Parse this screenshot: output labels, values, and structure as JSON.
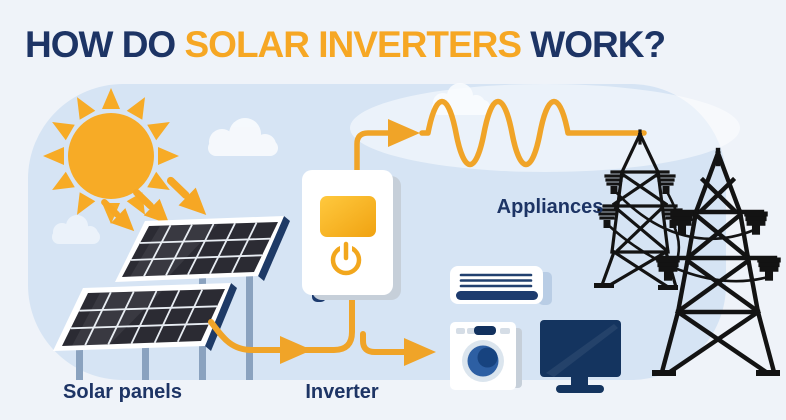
{
  "header": {
    "title_part1": "HOW DO ",
    "title_part2": "SOLAR INVERTERS",
    "title_part3": " WORK?"
  },
  "diagram": {
    "labels": {
      "solar_panels": "Solar panels",
      "inverter": "Inverter",
      "appliances": "Appliances"
    },
    "icons": [
      "sun-icon",
      "sunlight-arrow-icon",
      "cloud-icon",
      "solar-panel-icon",
      "dc-flow-arrow-icon",
      "inverter-icon",
      "power-button-icon",
      "ac-sine-wave-icon",
      "appliance-flow-arrow-icon",
      "air-conditioner-icon",
      "washing-machine-icon",
      "tv-icon",
      "transmission-tower-icon",
      "power-line-wires"
    ],
    "colors": {
      "navy": "#1d3465",
      "orange": "#f6a724",
      "sun_orange": "#f7ab26",
      "sky_blue": "#d6e4f4",
      "background": "#eff3f9",
      "panel_cell_dark": "#2b2b33",
      "panel_leg_gray": "#8aa2bf",
      "inverter_screen_yellow": "#f8b826",
      "appliance_navy": "#16355f",
      "tower_black": "#131313",
      "white": "#ffffff"
    }
  }
}
